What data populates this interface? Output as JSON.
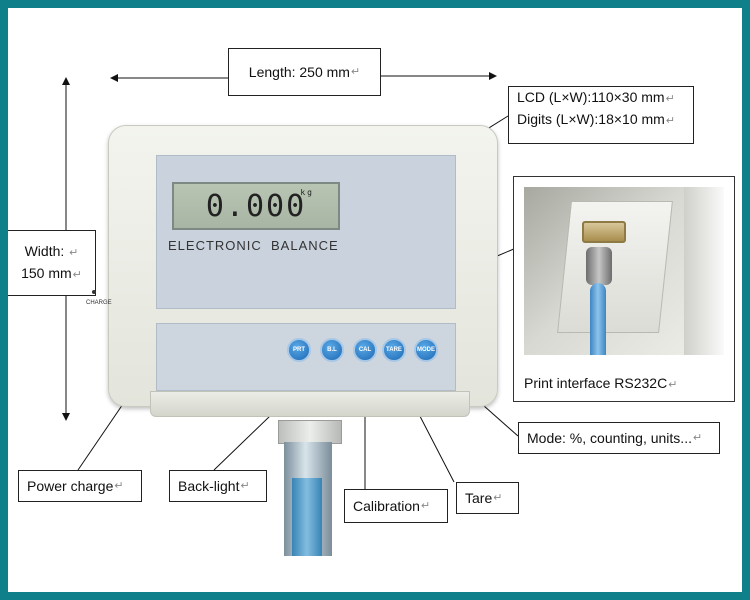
{
  "dimensions": {
    "length_label": "Length: 250 mm",
    "width_line1": "Width:",
    "width_line2": "150 mm",
    "lcd_line1": "LCD (L×W):110×30 mm",
    "lcd_line2": "Digits (L×W):18×10 mm"
  },
  "device": {
    "display_value": "0.000",
    "display_unit": "kg",
    "brand": "ELECTRONIC  BALANCE",
    "charge_label": "CHARGE",
    "keys": [
      "PRT",
      "B.L",
      "CAL",
      "TARE",
      "MODE"
    ]
  },
  "photo": {
    "caption": "Print interface RS232C"
  },
  "callouts": {
    "power_charge": "Power charge",
    "back_light": "Back-light",
    "calibration": "Calibration",
    "tare": "Tare",
    "mode": "Mode: %, counting, units..."
  },
  "paragraph_mark": "↵",
  "colors": {
    "frame": "#0f7f8a",
    "key_blue": "#1c68b5",
    "lcd_green": "#b9c5b3"
  }
}
